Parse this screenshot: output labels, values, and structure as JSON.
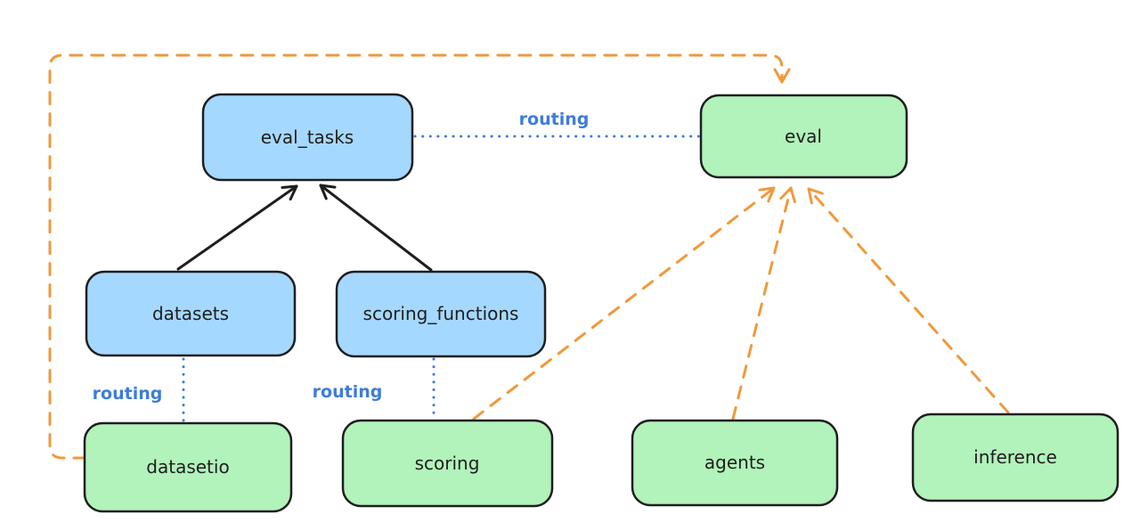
{
  "palette": {
    "node_blue_fill": "#a5d8ff",
    "node_green_fill": "#b2f2bb",
    "node_border": "#1e1e1e",
    "routing_blue": "#3d7cd9",
    "orange": "#ef9a3b",
    "black": "#1e1e1e",
    "background": "#ffffff"
  },
  "nodes": {
    "eval_tasks": {
      "label": "eval_tasks",
      "color": "blue"
    },
    "eval": {
      "label": "eval",
      "color": "green"
    },
    "datasets": {
      "label": "datasets",
      "color": "blue"
    },
    "scoring_functions": {
      "label": "scoring_functions",
      "color": "blue"
    },
    "datasetio": {
      "label": "datasetio",
      "color": "green"
    },
    "scoring": {
      "label": "scoring",
      "color": "green"
    },
    "agents": {
      "label": "agents",
      "color": "green"
    },
    "inference": {
      "label": "inference",
      "color": "green"
    }
  },
  "edges": [
    {
      "from": "datasets",
      "to": "eval_tasks",
      "type": "solid_arrow"
    },
    {
      "from": "scoring_functions",
      "to": "eval_tasks",
      "type": "solid_arrow"
    },
    {
      "from": "eval_tasks",
      "to": "eval",
      "type": "dotted_line",
      "label": "routing"
    },
    {
      "from": "datasets",
      "to": "datasetio",
      "type": "dotted_line",
      "label": "routing"
    },
    {
      "from": "scoring_functions",
      "to": "scoring",
      "type": "dotted_line",
      "label": "routing"
    },
    {
      "from": "datasetio",
      "to": "eval",
      "type": "dashed_arrow"
    },
    {
      "from": "scoring",
      "to": "eval",
      "type": "dashed_arrow"
    },
    {
      "from": "agents",
      "to": "eval",
      "type": "dashed_arrow"
    },
    {
      "from": "inference",
      "to": "eval",
      "type": "dashed_arrow"
    }
  ]
}
